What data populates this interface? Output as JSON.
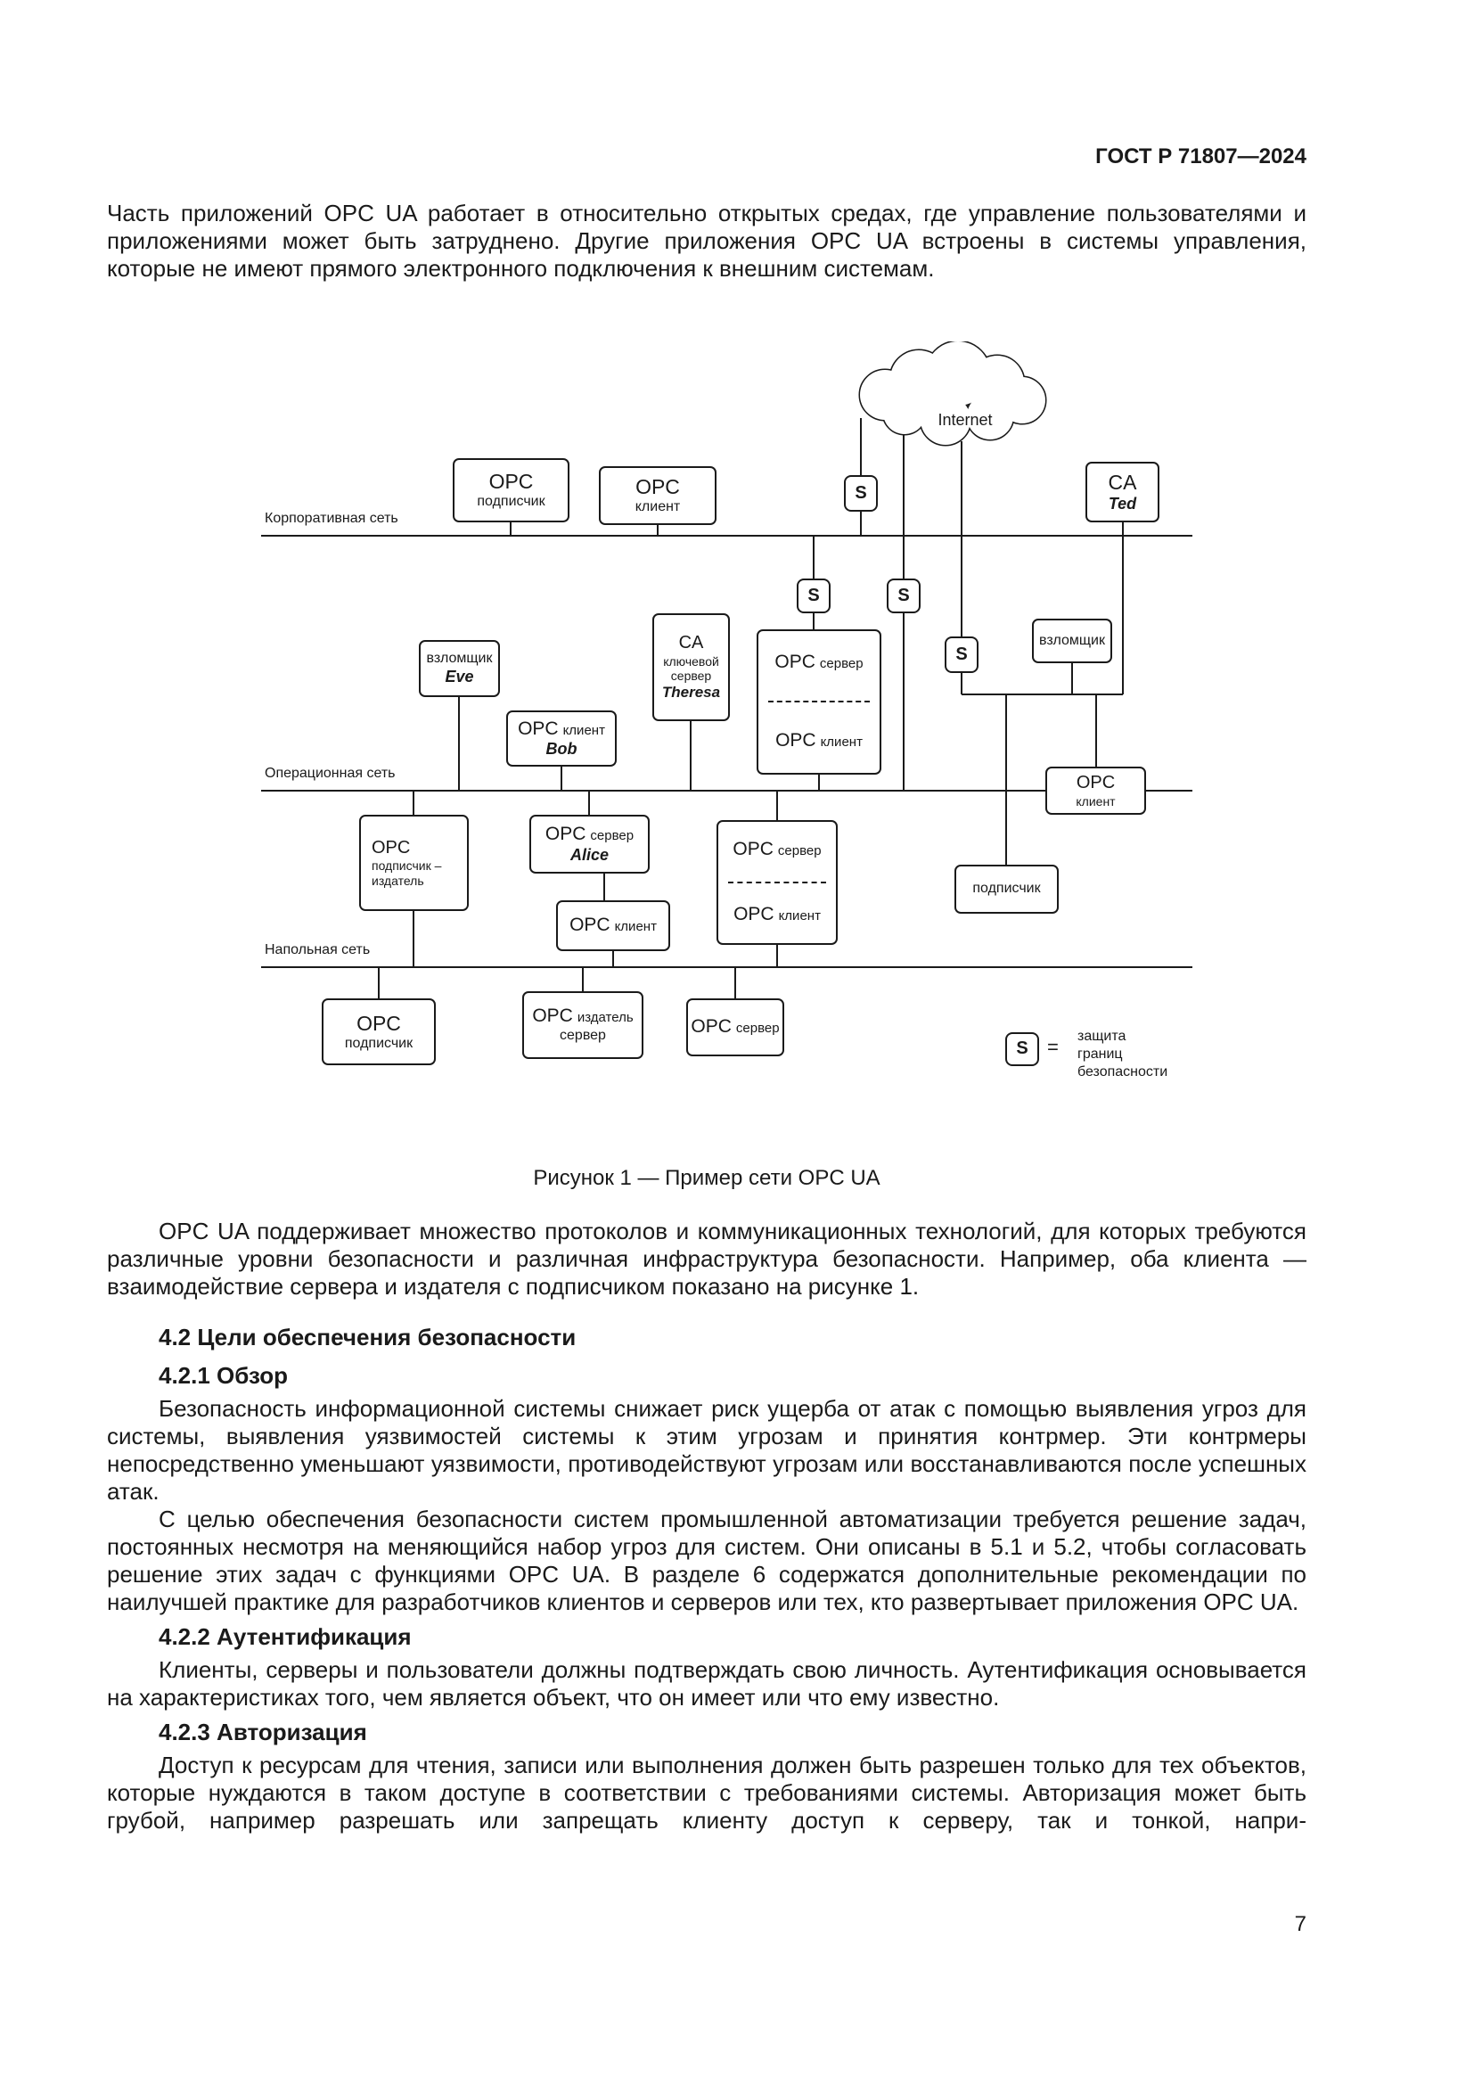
{
  "header": {
    "doc_code": "ГОСТ Р 71807—2024",
    "page_number": "7"
  },
  "intro": "Часть приложений OPC UA работает в относительно открытых средах, где управление пользователями и приложениями может быть затруднено. Другие приложения OPC UA встроены в системы управления, которые не имеют прямого электронного подключения к внешним системам.",
  "figure": {
    "caption": "Рисунок 1 — Пример сети OPC UA",
    "internet": "Internet",
    "networks": {
      "corporate": "Корпоративная сеть",
      "operations": "Операционная сеть",
      "floor": "Напольная сеть"
    },
    "nodes": {
      "s_label": "S",
      "opc_subscriber": {
        "t": "OPC",
        "s": "подписчик"
      },
      "opc_client": {
        "t": "OPC",
        "s": "клиент"
      },
      "opc_server": {
        "t": "OPC",
        "s": "сервер"
      },
      "ca_ted": {
        "t": "CA",
        "name": "Ted"
      },
      "eve": {
        "s": "взломщик",
        "name": "Eve"
      },
      "theresa": {
        "t": "CA",
        "s1": "ключевой",
        "s2": "сервер",
        "name": "Theresa"
      },
      "bob": {
        "t": "OPC",
        "s": "клиент",
        "name": "Bob"
      },
      "hacker": "взломщик",
      "sub_pub": {
        "t": "OPC",
        "s1": "подписчик –",
        "s2": "издатель"
      },
      "alice": {
        "t": "OPC",
        "s": "сервер",
        "name": "Alice"
      },
      "subscriber": "подписчик",
      "pub_server": {
        "t": "OPC",
        "s1": "издатель",
        "s2": "сервер"
      }
    },
    "legend": {
      "s": "S",
      "eq": "=",
      "l1": "защита",
      "l2": "границ",
      "l3": "безопасности"
    }
  },
  "body": {
    "p2": "OPC UA поддерживает множество протоколов и коммуникационных технологий, для которых требуются различные уровни безопасности и различная инфраструктура безопасности. Например, оба клиента — взаимодействие сервера и издателя с подписчиком показано на рисунке 1.",
    "h42": "4.2 Цели обеспечения безопасности",
    "h421": "4.2.1 Обзор",
    "p3": "Безопасность информационной системы снижает риск ущерба от атак с помощью выявления угроз для системы, выявления уязвимостей системы к этим угрозам и принятия контрмер. Эти контрмеры непосредственно уменьшают уязвимости, противодействуют угрозам или восстанавливаются после успешных атак.",
    "p4": "С целью обеспечения безопасности систем промышленной автоматизации требуется решение задач, постоянных несмотря на меняющийся набор угроз для систем. Они описаны в 5.1 и 5.2, чтобы согласовать решение этих задач с функциями OPC UA. В разделе 6 содержатся дополнительные рекомендации по наилучшей практике для разработчиков клиентов и серверов или тех, кто развертывает приложения OPC UA.",
    "h422": "4.2.2 Аутентификация",
    "p5": "Клиенты, серверы и пользователи должны подтверждать свою личность. Аутентификация основывается на характеристиках того, чем является объект, что он имеет или что ему известно.",
    "h423": "4.2.3 Авторизация",
    "p6": "Доступ к ресурсам для чтения, записи или выполнения должен быть разрешен только для тех объектов, которые нуждаются в таком доступе в соответствии с требованиями системы. Авторизация может быть грубой, например разрешать или запрещать клиенту доступ к серверу, так и тонкой, напри-"
  }
}
